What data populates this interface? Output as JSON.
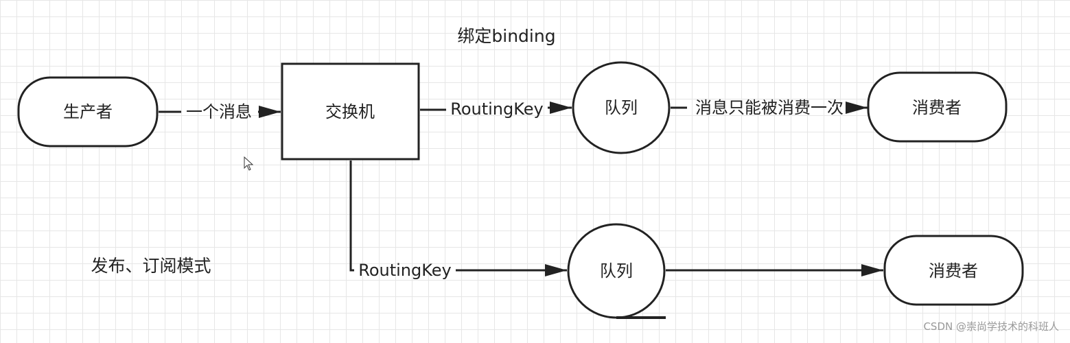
{
  "nodes": {
    "producer": "生产者",
    "exchange": "交换机",
    "queue_1": "队列",
    "queue_2": "队列",
    "consumer_1": "消费者",
    "consumer_2": "消费者"
  },
  "edges": {
    "producer_to_exchange": "一个消息",
    "exchange_to_queue_1": "RoutingKey",
    "exchange_to_queue_2": "RoutingKey",
    "queue_1_to_consumer_1": "消息只能被消费一次"
  },
  "notes": {
    "binding": "绑定binding",
    "mode": "发布、订阅模式"
  },
  "watermark": "CSDN @崇尚学技术的科班人"
}
